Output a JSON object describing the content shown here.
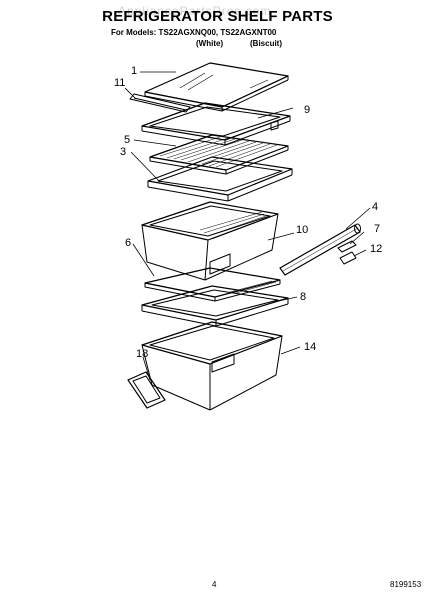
{
  "watermark": "AppliancePartsPros.com",
  "title": "REFRIGERATOR SHELF PARTS",
  "subtitle": "For Models: TS22AGXNQ00, TS22AGXNT00",
  "colors": {
    "white": "(White)",
    "biscuit": "(Biscuit)"
  },
  "callouts": [
    {
      "id": "c1",
      "label": "1"
    },
    {
      "id": "c11",
      "label": "11"
    },
    {
      "id": "c9",
      "label": "9"
    },
    {
      "id": "c5",
      "label": "5"
    },
    {
      "id": "c3",
      "label": "3"
    },
    {
      "id": "c4",
      "label": "4"
    },
    {
      "id": "c10",
      "label": "10"
    },
    {
      "id": "c7",
      "label": "7"
    },
    {
      "id": "c6",
      "label": "6"
    },
    {
      "id": "c12",
      "label": "12"
    },
    {
      "id": "c8",
      "label": "8"
    },
    {
      "id": "c14",
      "label": "14"
    },
    {
      "id": "c18",
      "label": "18"
    }
  ],
  "footer": {
    "page_number": "4",
    "document_number": "8199153"
  }
}
